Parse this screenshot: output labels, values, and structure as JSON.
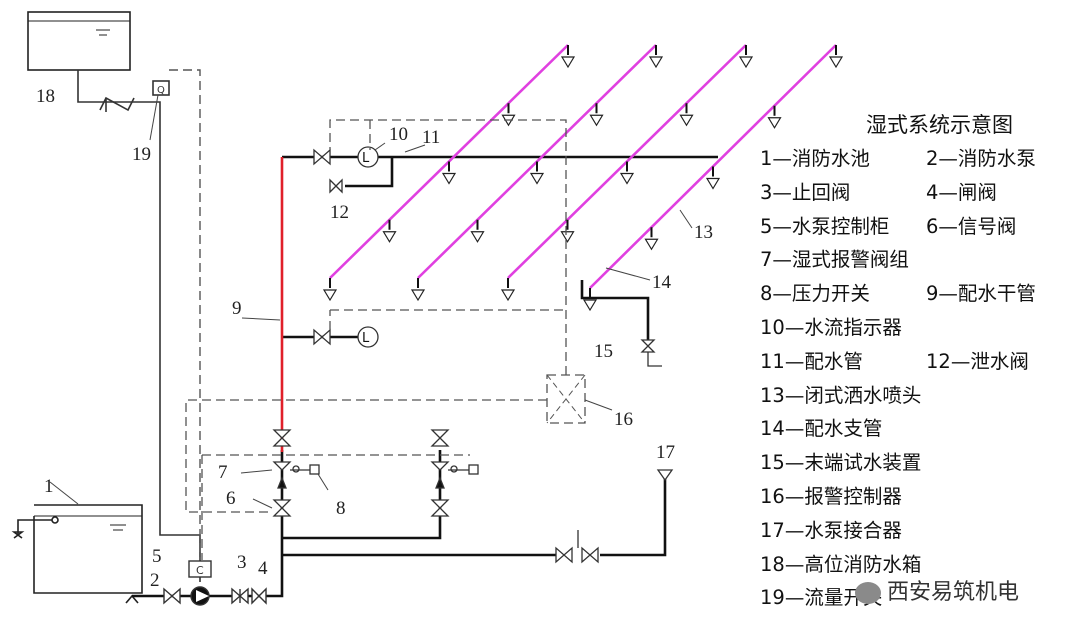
{
  "diagram": {
    "title": "湿式系统示意图",
    "legend": [
      [
        "1—消防水池",
        "2—消防水泵"
      ],
      [
        "3—止回阀",
        "4—闸阀"
      ],
      [
        "5—水泵控制柜",
        "6—信号阀"
      ],
      [
        "7—湿式报警阀组",
        ""
      ],
      [
        "8—压力开关",
        "9—配水干管"
      ],
      [
        "10—水流指示器",
        ""
      ],
      [
        "11—配水管",
        "12—泄水阀"
      ],
      [
        "13—闭式洒水喷头",
        ""
      ],
      [
        "14—配水支管",
        ""
      ],
      [
        "15—末端试水装置",
        ""
      ],
      [
        "16—报警控制器",
        ""
      ],
      [
        "17—水泵接合器",
        ""
      ],
      [
        "18—高位消防水箱",
        ""
      ],
      [
        "19—流量开关",
        ""
      ]
    ],
    "numbers": [
      "1",
      "2",
      "3",
      "4",
      "5",
      "6",
      "7",
      "8",
      "9",
      "10",
      "11",
      "12",
      "13",
      "14",
      "15",
      "16",
      "17",
      "18",
      "19"
    ],
    "watermark": "西安易筑机电",
    "colors": {
      "branch_pipe": "#e040e0",
      "main_riser": "#e0202a",
      "pipe": "#111111",
      "signal": "#555555"
    }
  }
}
